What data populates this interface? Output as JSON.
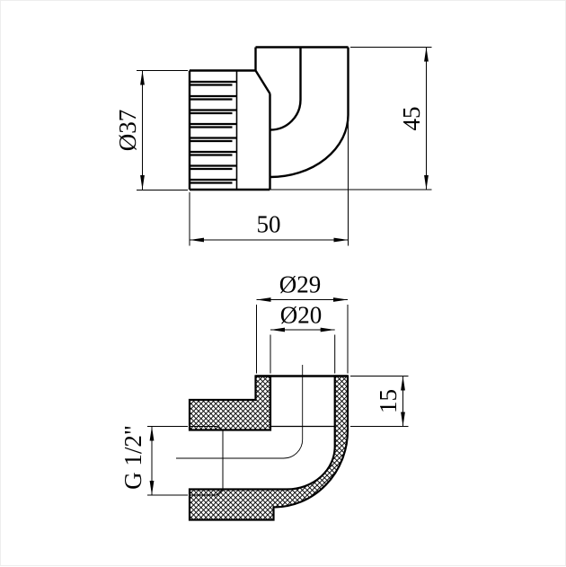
{
  "drawing": {
    "background_color": "#ffffff",
    "line_color": "#000000",
    "side_view": {
      "dims": {
        "collar_diameter": "Ø37",
        "length": "50",
        "height": "45"
      }
    },
    "section_view": {
      "dims": {
        "socket_outer_diameter": "Ø29",
        "socket_bore_diameter": "Ø20",
        "socket_depth": "15",
        "thread": "G 1/2\""
      }
    }
  }
}
